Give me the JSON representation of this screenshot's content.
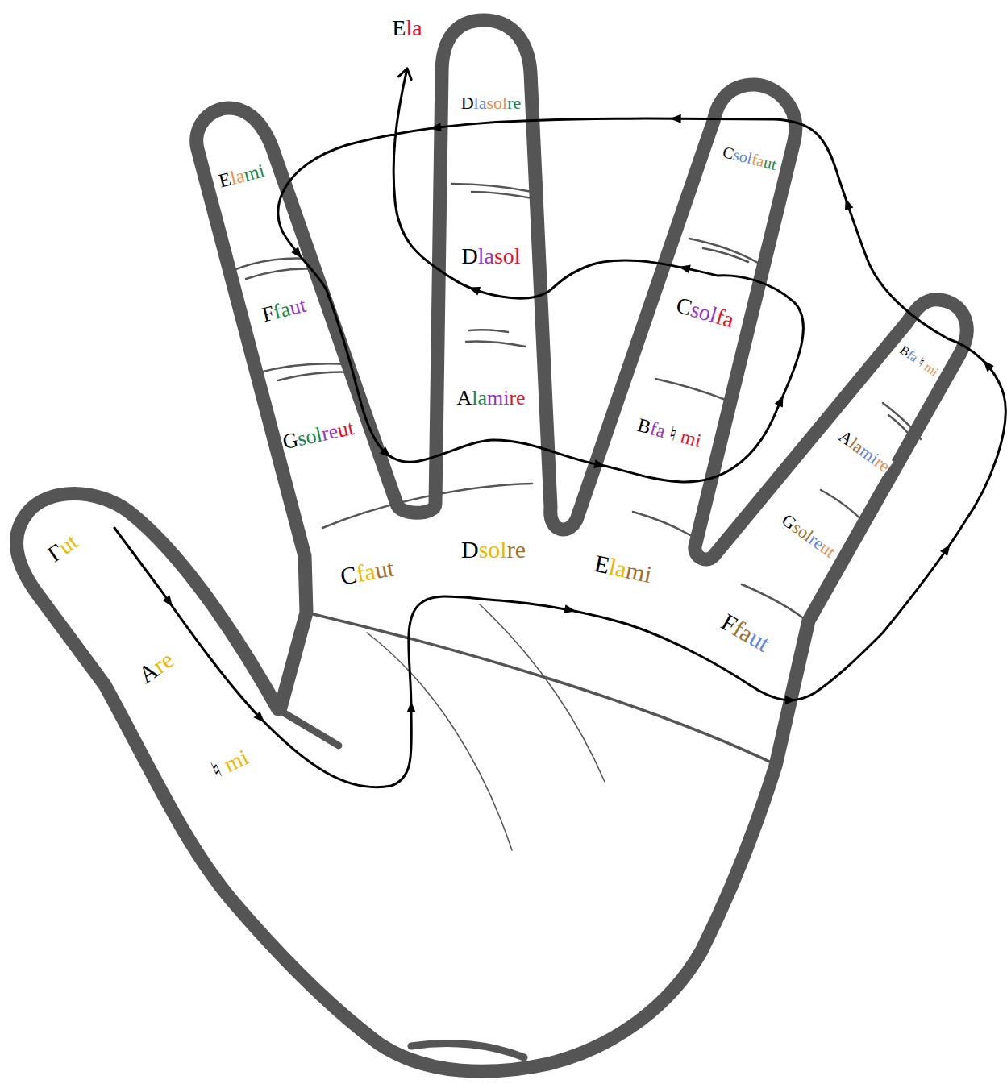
{
  "diagram": {
    "labels": [
      "Ela",
      "Dlasolre",
      "Elami",
      "Csolfaut",
      "Dlasol",
      "Ffaut",
      "Csolfa",
      "Bfa ♮ mi",
      "Alamire",
      "Gsolreut",
      "Bfa ♮ mi",
      "Alamire",
      "Gsolreut",
      "Γut",
      "Cfaut",
      "Dsolre",
      "Elami",
      "Ffaut",
      "Are",
      "♮ mi"
    ]
  }
}
